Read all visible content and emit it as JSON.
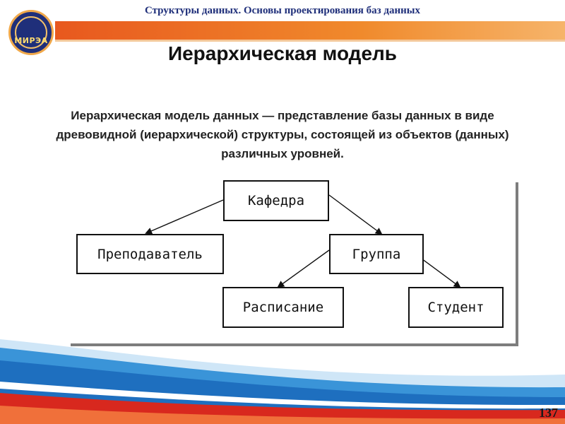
{
  "header": {
    "title": "Структуры данных. Основы проектирования баз данных",
    "logo_label": "МИРЭА"
  },
  "slide": {
    "title": "Иерархическая модель",
    "description": "Иерархическая модель данных — представление базы данных в виде древовидной (иерархической) структуры, состоящей из объектов (данных) различных уровней.",
    "number": "137"
  },
  "diagram": {
    "nodes": [
      {
        "id": "kafedra",
        "label": "Кафедра"
      },
      {
        "id": "prepodavatel",
        "label": "Преподаватель"
      },
      {
        "id": "gruppa",
        "label": "Группа"
      },
      {
        "id": "raspisanie",
        "label": "Расписание"
      },
      {
        "id": "student",
        "label": "Студент"
      }
    ],
    "edges": [
      {
        "from": "kafedra",
        "to": "prepodavatel"
      },
      {
        "from": "kafedra",
        "to": "gruppa"
      },
      {
        "from": "gruppa",
        "to": "raspisanie"
      },
      {
        "from": "gruppa",
        "to": "student"
      }
    ]
  },
  "colors": {
    "header_orange": "#e8581e",
    "title_navy": "#1f2f7a",
    "wave_blue": "#1e78c8",
    "wave_red": "#d8281e"
  }
}
